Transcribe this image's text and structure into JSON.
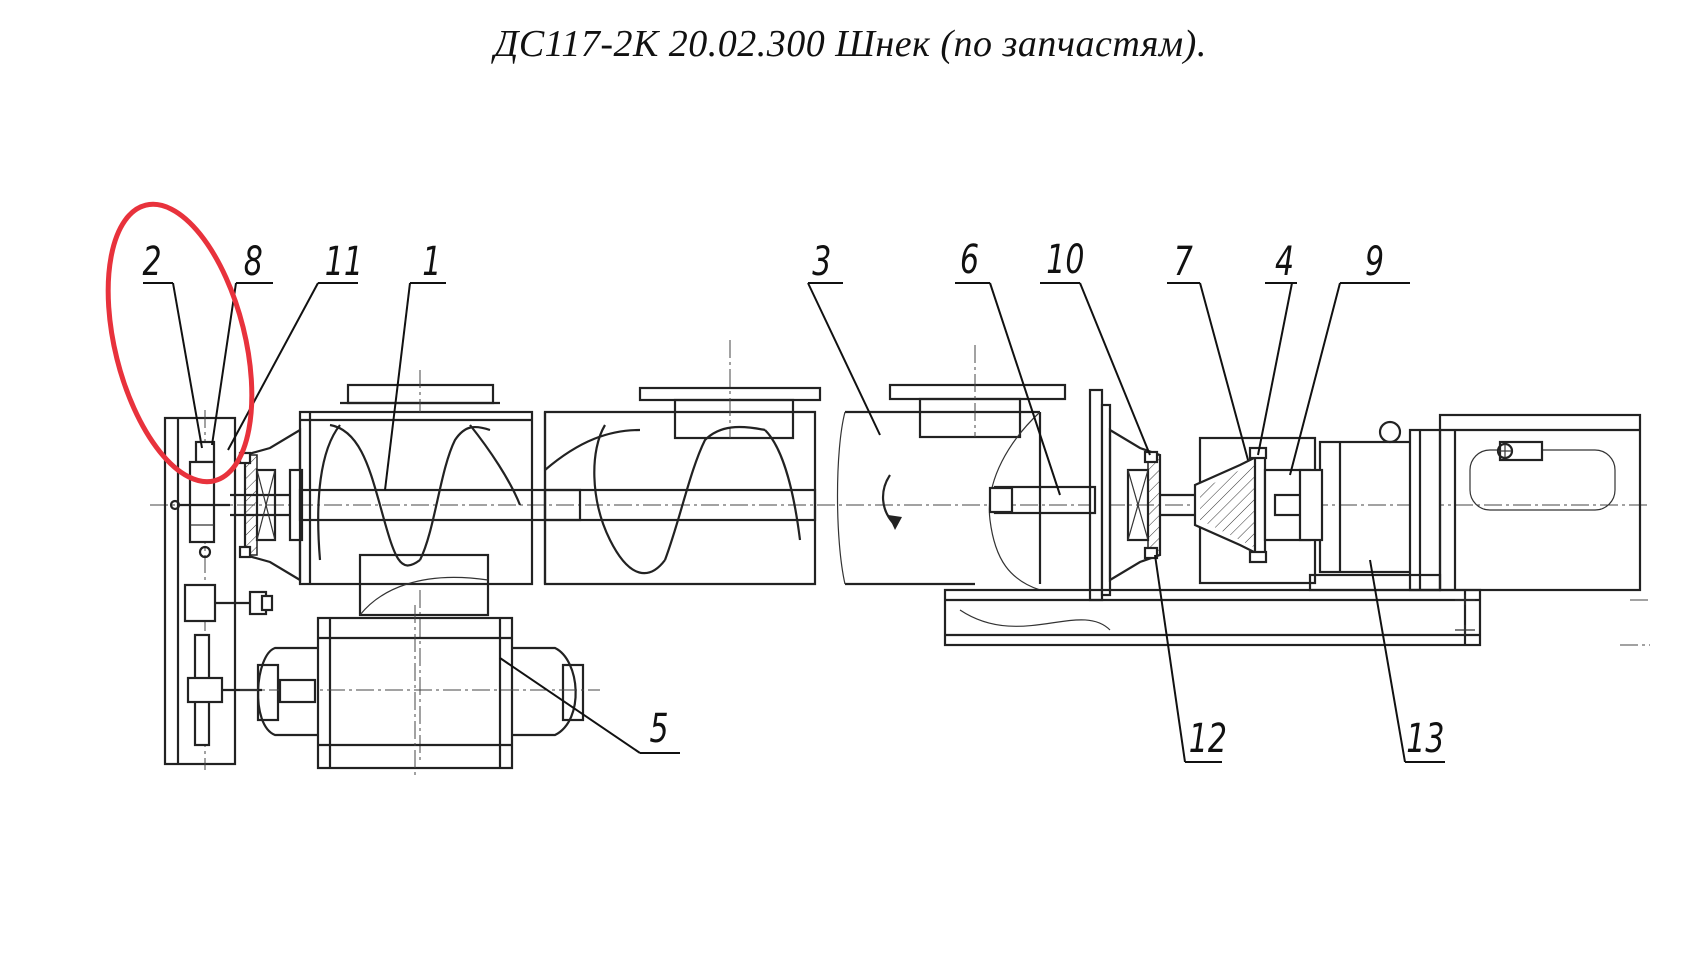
{
  "title": "ДС117-2К 20.02.300 Шнек (по запчастям).",
  "callouts": [
    {
      "id": "c2",
      "label": "2"
    },
    {
      "id": "c8",
      "label": "8"
    },
    {
      "id": "c11",
      "label": "11"
    },
    {
      "id": "c1",
      "label": "1"
    },
    {
      "id": "c3",
      "label": "3"
    },
    {
      "id": "c6",
      "label": "6"
    },
    {
      "id": "c10",
      "label": "10"
    },
    {
      "id": "c7",
      "label": "7"
    },
    {
      "id": "c4",
      "label": "4"
    },
    {
      "id": "c9",
      "label": "9"
    },
    {
      "id": "c5",
      "label": "5"
    },
    {
      "id": "c12",
      "label": "12"
    },
    {
      "id": "c13",
      "label": "13"
    }
  ],
  "highlight": {
    "target": "2",
    "color": "#e8323c"
  },
  "colors": {
    "line": "#222222",
    "highlight": "#e8323c",
    "background": "#ffffff"
  }
}
